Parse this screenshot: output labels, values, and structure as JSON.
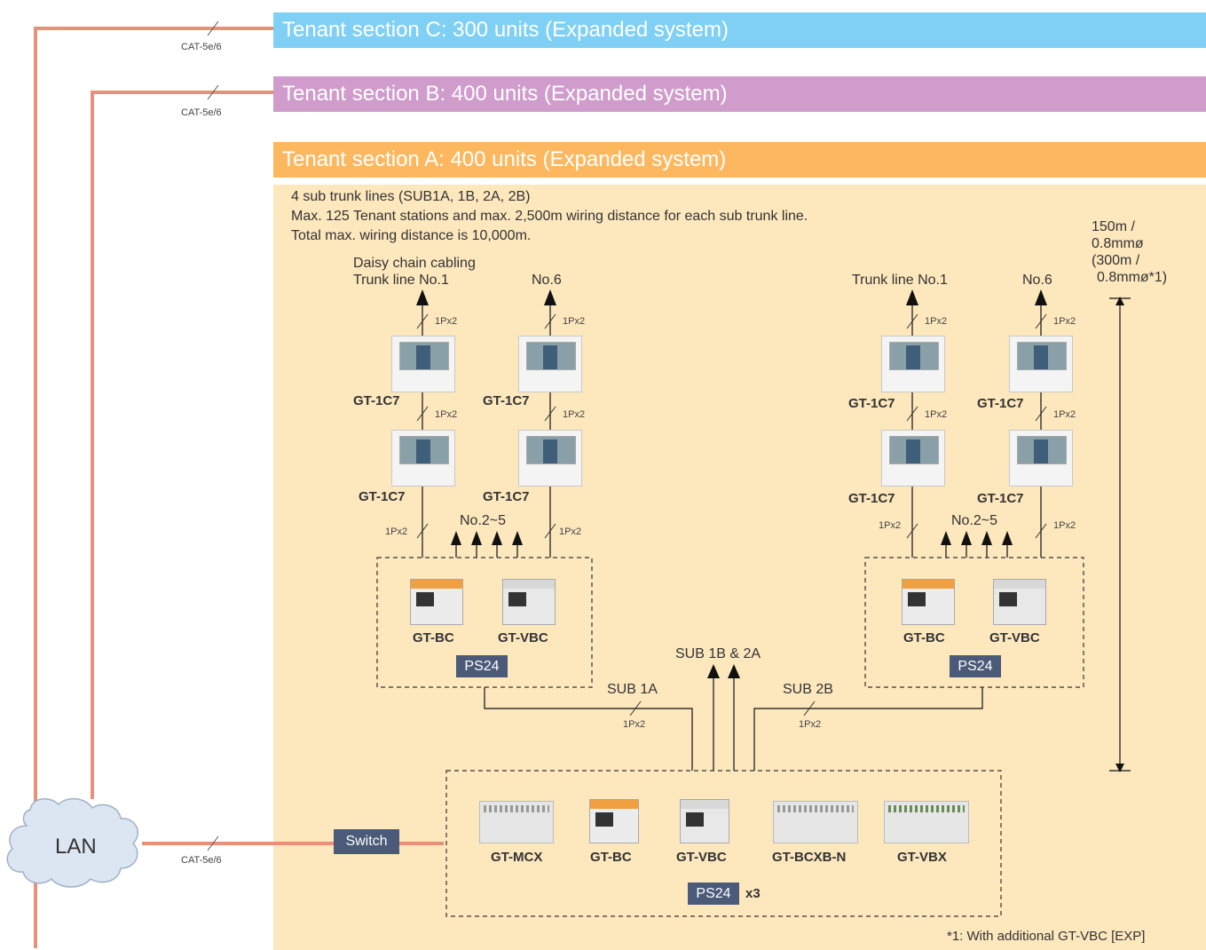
{
  "banners": {
    "c": {
      "label": "Tenant section C: 300 units (Expanded system)",
      "color": "#7fd0f4"
    },
    "b": {
      "label": "Tenant section B: 400 units (Expanded system)",
      "color": "#cf9ccb"
    },
    "a": {
      "label": "Tenant section A: 400 units (Expanded system)",
      "color": "#fdb85f"
    }
  },
  "panel_color": "#fde7bd",
  "lan_line_color": "#e8907a",
  "notes": {
    "line1": "4 sub trunk lines (SUB1A, 1B, 2A, 2B)",
    "line2": "Max. 125 Tenant stations and max. 2,500m wiring distance for each sub trunk line.",
    "line3": "Total max. wiring distance is 10,000m."
  },
  "distance": {
    "line1": "150m /",
    "line2": "0.8mmø",
    "line3": "(300m /",
    "line4": "0.8mmø*1)"
  },
  "left_group": {
    "daisy": "Daisy chain cabling",
    "trunk1": "Trunk line  No.1",
    "trunk6": "No.6",
    "middle": "No.2~5",
    "adapters": [
      "GT-BC",
      "GT-VBC"
    ],
    "ps": "PS24"
  },
  "right_group": {
    "trunk1": "Trunk line  No.1",
    "trunk6": "No.6",
    "middle": "No.2~5",
    "adapters": [
      "GT-BC",
      "GT-VBC"
    ],
    "ps": "PS24"
  },
  "station_model": "GT-1C7",
  "cable_small": "1Px2",
  "cable_lan": "CAT-5e/6",
  "sub": {
    "s1a": "SUB 1A",
    "s2b": "SUB 2B",
    "s1b2a": "SUB 1B & 2A"
  },
  "central": {
    "devices": [
      "GT-MCX",
      "GT-BC",
      "GT-VBC",
      "GT-BCXB-N",
      "GT-VBX"
    ],
    "ps": "PS24",
    "ps_count": "x3"
  },
  "lan": {
    "label": "LAN",
    "switch": "Switch"
  },
  "footnote": "*1: With additional GT-VBC [EXP]"
}
